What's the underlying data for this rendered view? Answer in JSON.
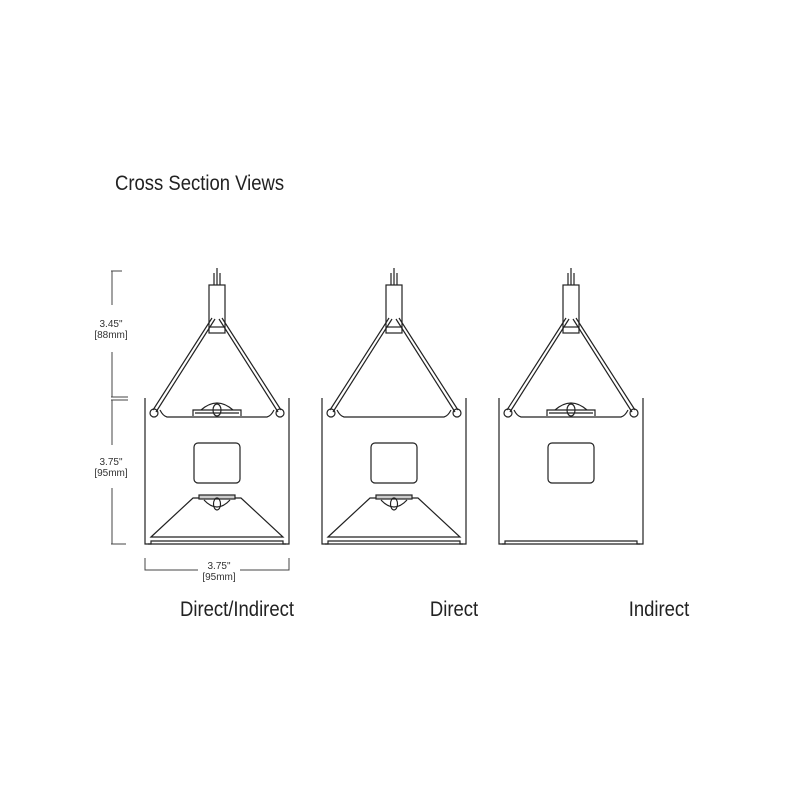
{
  "title": "Cross Section Views",
  "dimensions": {
    "hanger_height": {
      "imperial": "3.45\"",
      "metric": "[88mm]"
    },
    "body_height": {
      "imperial": "3.75\"",
      "metric": "[95mm]"
    },
    "body_width": {
      "imperial": "3.75\"",
      "metric": "[95mm]"
    }
  },
  "views": [
    {
      "label": "Direct/Indirect"
    },
    {
      "label": "Direct"
    },
    {
      "label": "Indirect"
    }
  ]
}
